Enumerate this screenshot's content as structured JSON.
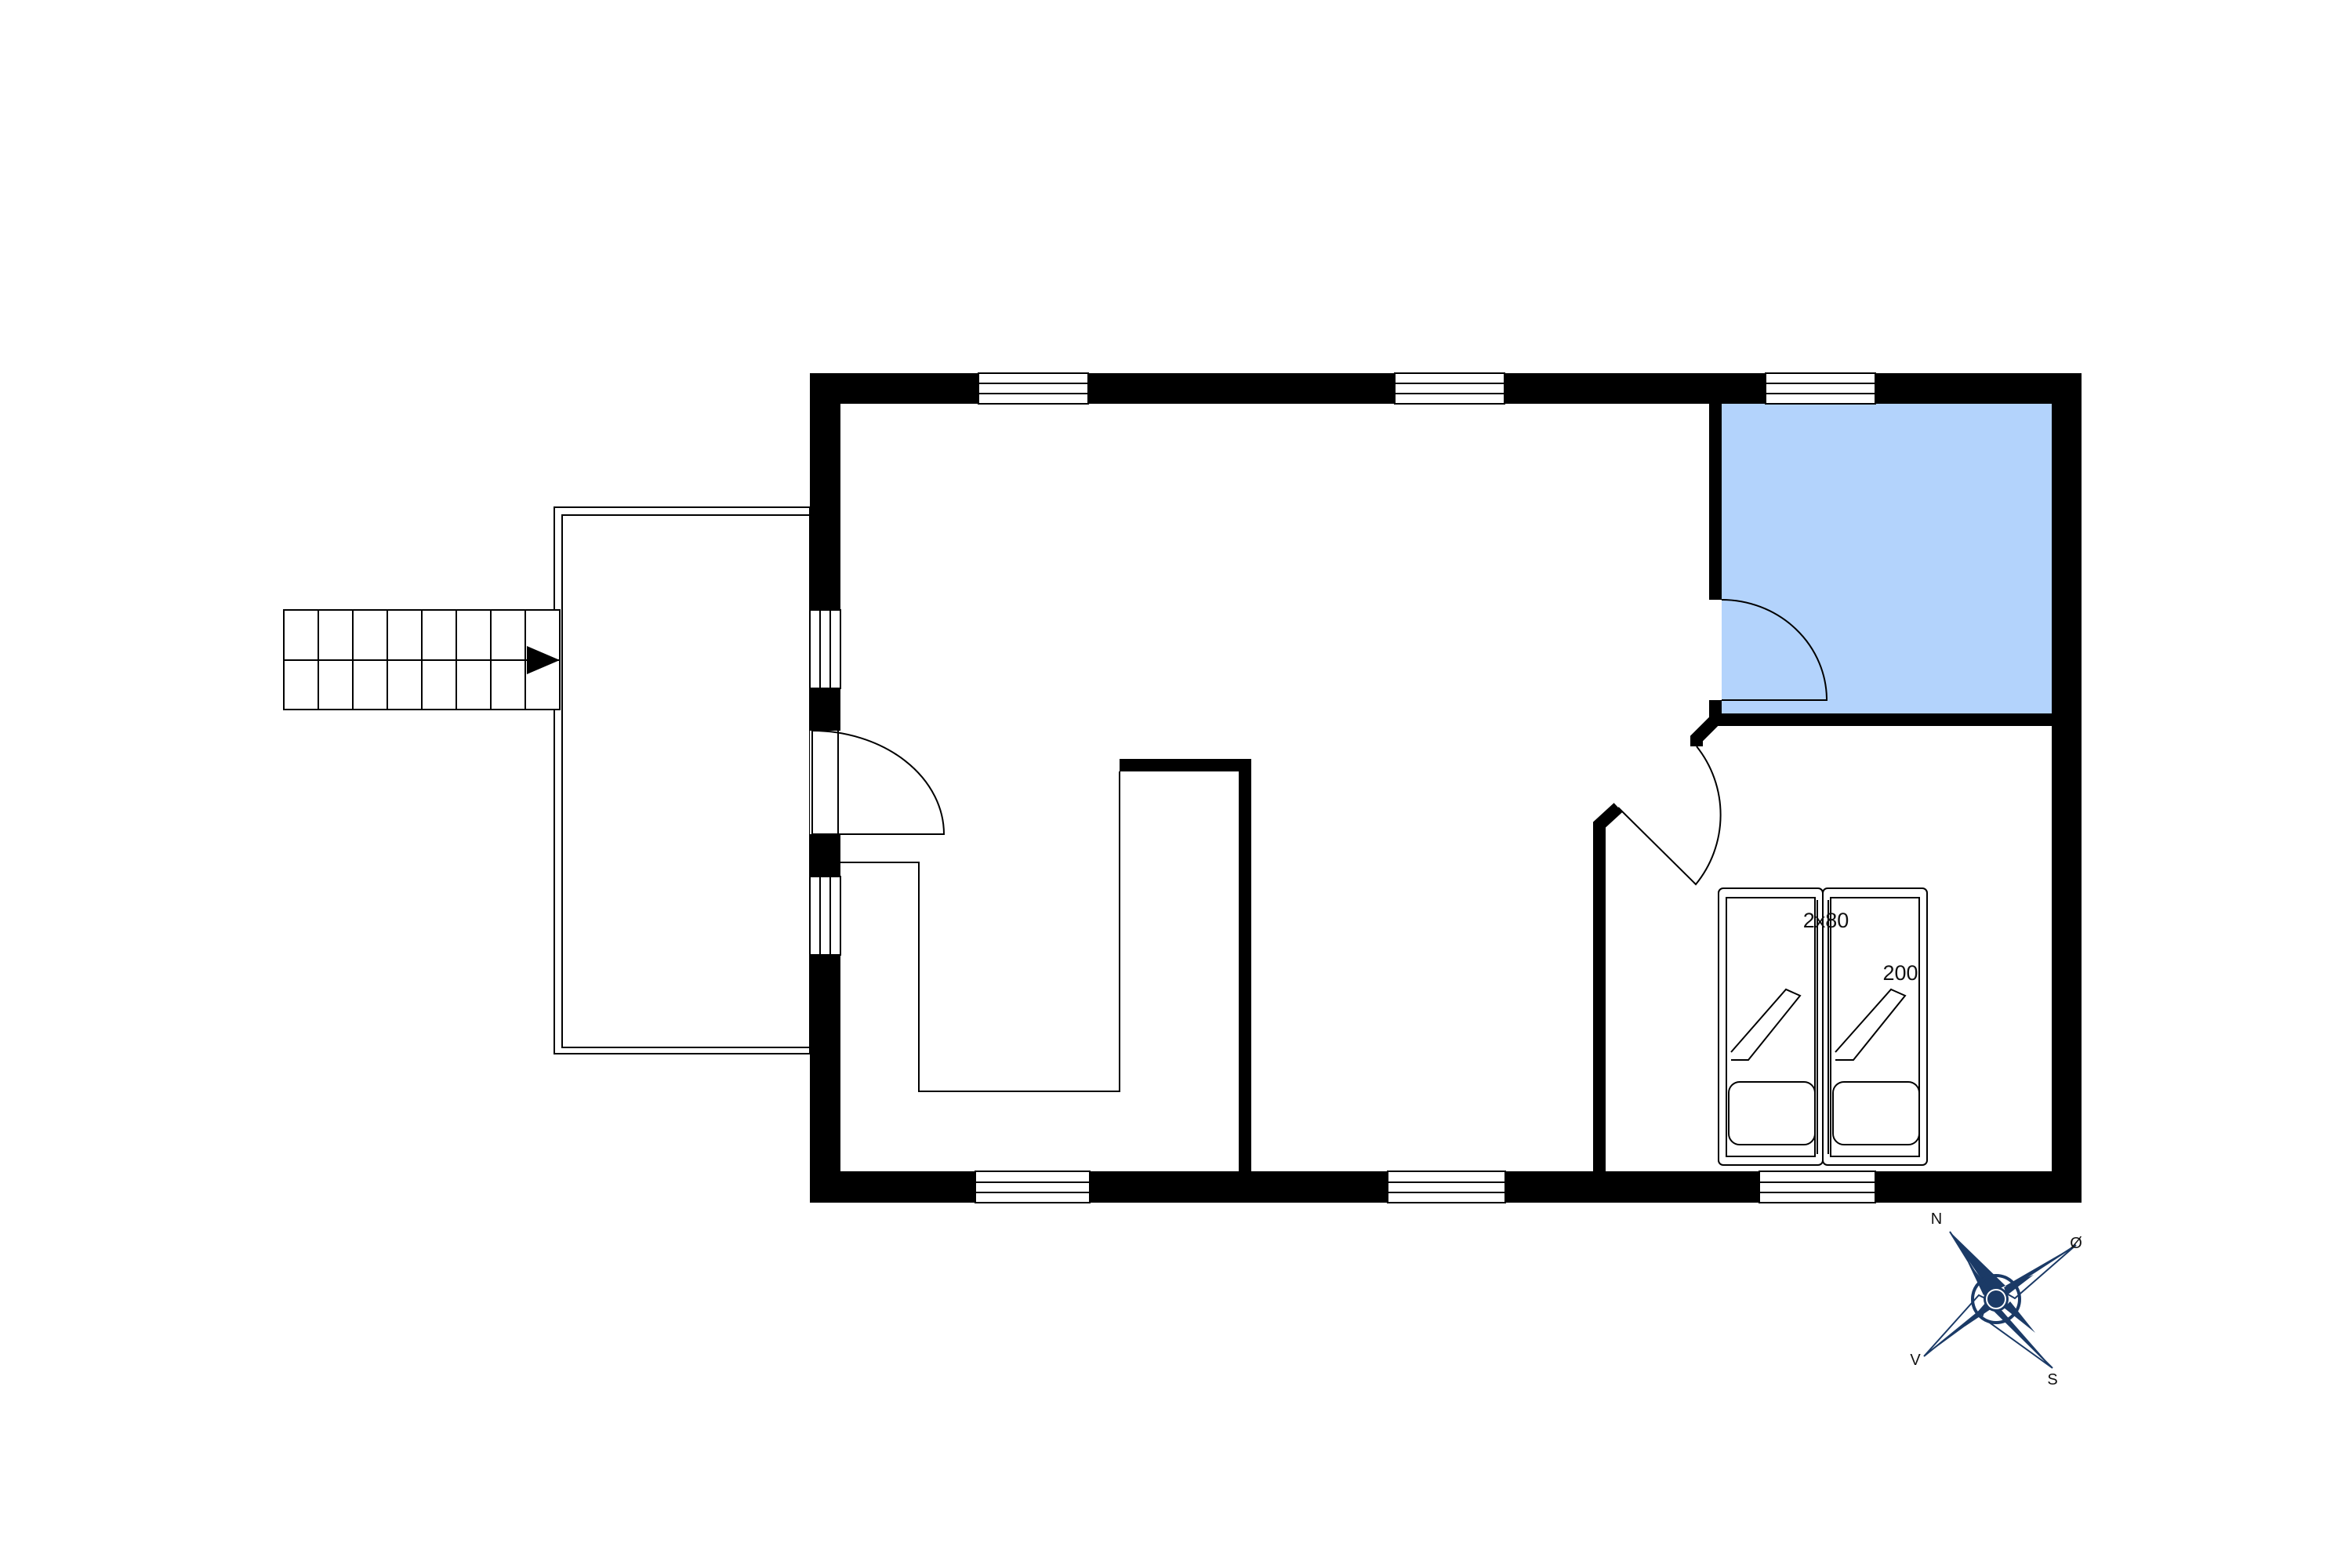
{
  "plan": {
    "colors": {
      "wall": "#000000",
      "bathroom_fill": "#b3d3fc",
      "compass": "#1b3a66",
      "background": "#ffffff"
    },
    "bed": {
      "width_label": "2x80",
      "length_label": "200"
    },
    "compass": {
      "north": "N",
      "east": "Ø",
      "south": "S",
      "west": "V"
    }
  }
}
